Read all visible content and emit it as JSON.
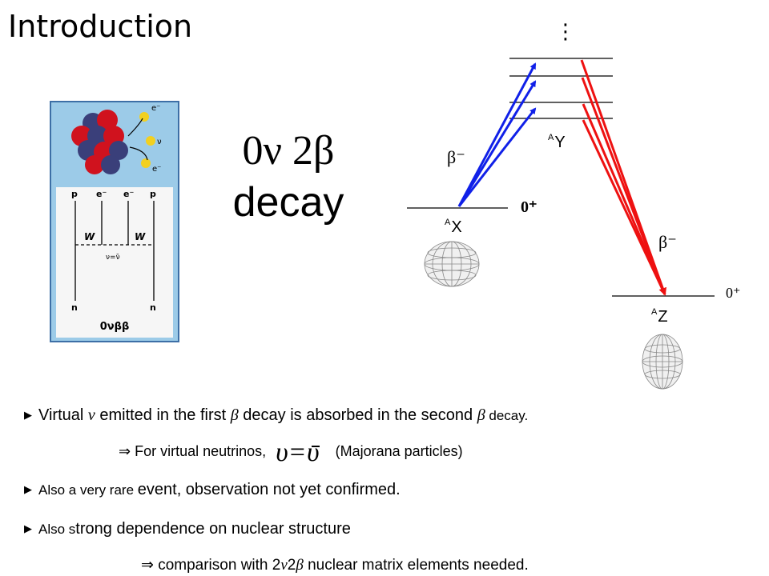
{
  "title": "Introduction",
  "big_label": {
    "line1": "0ν 2β",
    "line2": "decay"
  },
  "feynman": {
    "top_labels": [
      "p",
      "e⁻",
      "e⁻",
      "p"
    ],
    "bottom_labels": [
      "n",
      "n"
    ],
    "w_labels": [
      "W",
      "W"
    ],
    "nu_label": "ν=ν̄",
    "caption": "0νββ",
    "electron_labels": [
      "e⁻",
      "e⁻"
    ],
    "nu_small": "ν"
  },
  "levels": {
    "dots": "⋮",
    "beta_left": "β⁻",
    "beta_right": "β⁻",
    "spin_x": "0⁺",
    "spin_z": "0⁺",
    "nuclide_x": {
      "mass": "A",
      "symbol": "X"
    },
    "nuclide_y": {
      "mass": "A",
      "symbol": "Y"
    },
    "nuclide_z": {
      "mass": "A",
      "symbol": "Z"
    }
  },
  "bullets": {
    "b1": {
      "text_a": "Virtual ",
      "nu": "ν",
      "text_b": " emitted in the first ",
      "beta": "β",
      "text_c": " decay is absorbed in the second ",
      "beta2": "β",
      "text_d": " decay."
    },
    "b1_sub": {
      "arrow": "⇒",
      "text_a": " For virtual neutrinos,",
      "eq_left": "υ",
      "eq_sign": "=",
      "eq_right": "υ",
      "text_b": "(Majorana particles)"
    },
    "b2": {
      "small": "Also a very rare ",
      "text": "event, observation not yet confirmed."
    },
    "b3": {
      "small": "Also s",
      "text": "trong dependence on nuclear structure"
    },
    "b3_sub": {
      "arrow": "⇒",
      "text_a": " comparison with 2",
      "nu": "ν",
      "two": "2",
      "beta": "β",
      "text_b": " nuclear matrix elements needed."
    }
  },
  "colors": {
    "blue": "#1020e8",
    "red": "#ee1111",
    "panel": "#9ccbe8",
    "panel_border": "#3d6fa6"
  }
}
